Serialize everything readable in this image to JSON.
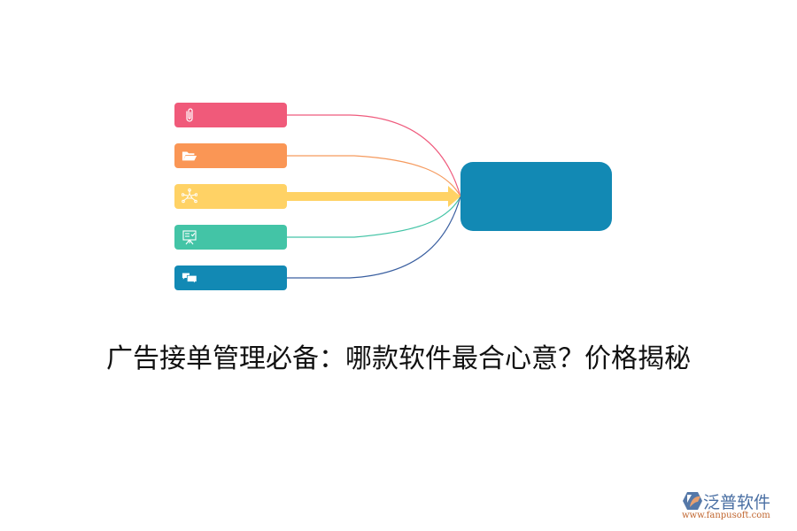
{
  "diagram": {
    "type": "fan-in flow diagram",
    "items": [
      {
        "id": "item-1",
        "icon": "paperclip-icon",
        "label": "",
        "color": "#f05a7a",
        "line_color": "#ef5b7d"
      },
      {
        "id": "item-2",
        "icon": "folder-open-icon",
        "label": "",
        "color": "#fa9655",
        "line_color": "#f59a5e"
      },
      {
        "id": "item-3",
        "icon": "network-icon",
        "label": "",
        "color": "#ffd265",
        "line_color": "#ffd265"
      },
      {
        "id": "item-4",
        "icon": "presentation-board-icon",
        "label": "",
        "color": "#43c4a6",
        "line_color": "#43c4a6"
      },
      {
        "id": "item-5",
        "icon": "chat-bubbles-icon",
        "label": "",
        "color": "#1289b4",
        "line_color": "#3a5fa0"
      }
    ],
    "target": {
      "label": "",
      "color": "#1289b4"
    }
  },
  "title": "广告接单管理必备：哪款软件最合心意？价格揭秘",
  "logo": {
    "brand": "泛普软件",
    "url": "www.fanpusoft.com",
    "brand_color": "#4a6fa3",
    "url_color": "#c0652e"
  }
}
